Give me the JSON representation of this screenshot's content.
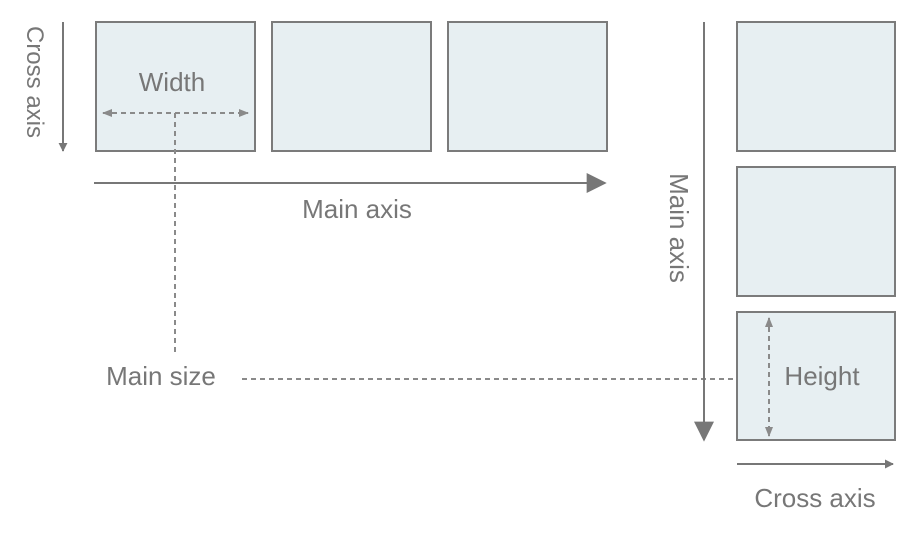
{
  "labels": {
    "row_cross_axis": "Cross axis",
    "width": "Width",
    "row_main_axis": "Main axis",
    "column_main_axis": "Main axis",
    "main_size": "Main size",
    "height": "Height",
    "column_cross_axis": "Cross axis"
  },
  "colors": {
    "box_fill": "#e7eff2",
    "box_stroke": "#7b7b7b",
    "line": "#777777",
    "dashed": "#8a8a8a",
    "text": "#777777"
  }
}
